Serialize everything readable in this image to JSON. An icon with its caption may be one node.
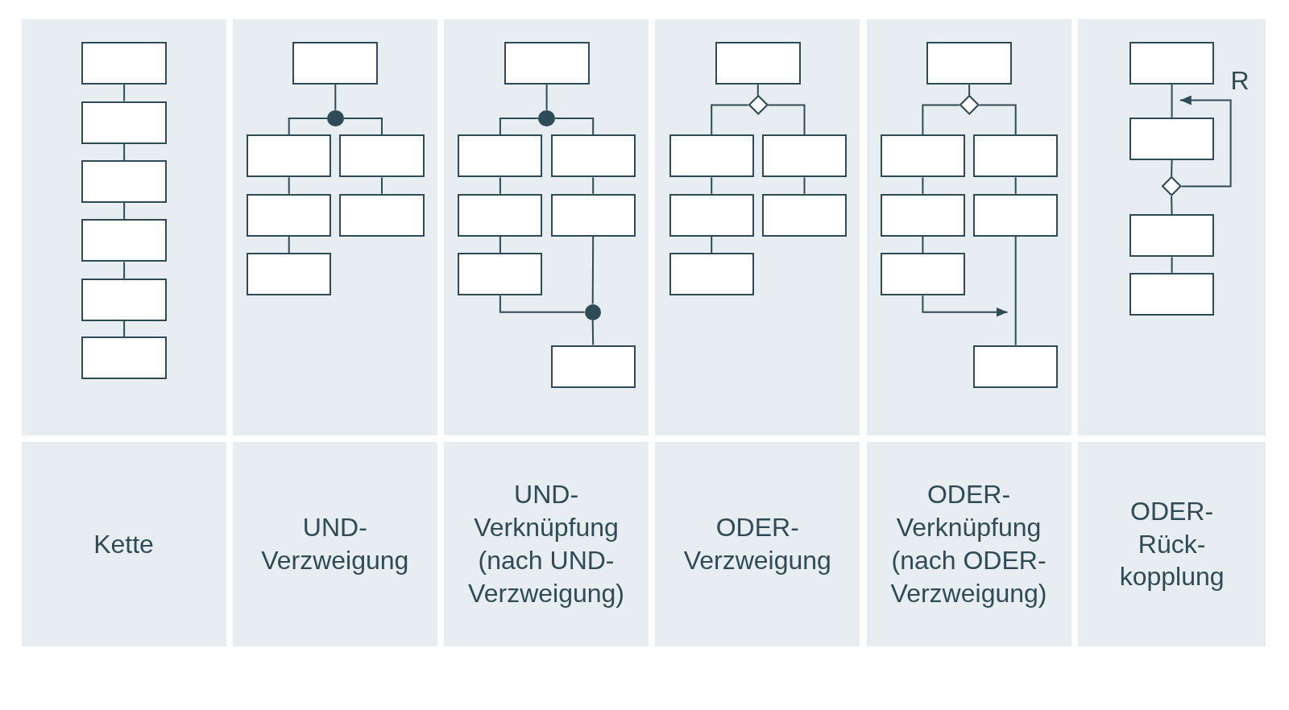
{
  "diagram": {
    "nodes": [
      {
        "text": [],
        "shape": "box"
      },
      {
        "text": [],
        "shape": "box",
        "in": 0
      },
      {
        "text": [],
        "shape": "box",
        "in": 0
      },
      {
        "text": [],
        "shape": "box",
        "in": 0
      },
      {
        "text": [],
        "shape": "box",
        "in": 0
      },
      {
        "text": [],
        "shape": "box",
        "in": 0
      },
      {
        "text": [],
        "shape": "box",
        "in": 0
      },
      {
        "text": [
          "Kette"
        ]
      },
      {
        "text": [],
        "shape": "box"
      },
      {
        "text": [],
        "shape": "box",
        "in": 8
      },
      {
        "text": [],
        "shape": "circle",
        "in": 8
      },
      {
        "text": [],
        "shape": "box",
        "in": 8
      },
      {
        "text": [],
        "shape": "box",
        "in": 8
      },
      {
        "text": [],
        "shape": "box",
        "in": 8
      },
      {
        "text": [],
        "shape": "box",
        "in": 8
      },
      {
        "text": [],
        "shape": "box",
        "in": 8
      },
      {
        "text": [
          "UND- Verzweigung"
        ]
      },
      {
        "text": [],
        "shape": "box"
      },
      {
        "text": [],
        "shape": "box",
        "in": 17
      },
      {
        "text": [],
        "shape": "circle",
        "in": 17
      },
      {
        "text": [],
        "shape": "box",
        "in": 17
      },
      {
        "text": [],
        "shape": "box",
        "in": 17
      },
      {
        "text": [],
        "shape": "box",
        "in": 17
      },
      {
        "text": [],
        "shape": "box",
        "in": 17
      },
      {
        "text": [],
        "shape": "box",
        "in": 17
      },
      {
        "text": [],
        "shape": "circle",
        "in": 17
      },
      {
        "text": [],
        "shape": "box",
        "in": 17
      },
      {
        "text": [
          "UND- Verknüpfung (nach UND- Verzweigung)"
        ]
      },
      {
        "text": [],
        "shape": "box"
      },
      {
        "text": [],
        "shape": "box",
        "in": 28
      },
      {
        "text": [],
        "shape": "diamond",
        "in": 28
      },
      {
        "text": [],
        "shape": "box",
        "in": 28
      },
      {
        "text": [],
        "shape": "box",
        "in": 28
      },
      {
        "text": [],
        "shape": "box",
        "in": 28
      },
      {
        "text": [],
        "shape": "box",
        "in": 28
      },
      {
        "text": [],
        "shape": "box",
        "in": 28
      },
      {
        "text": [
          "ODER- Verzweigung"
        ]
      },
      {
        "text": [],
        "shape": "box"
      },
      {
        "text": [],
        "shape": "box",
        "in": 37
      },
      {
        "text": [],
        "shape": "diamond",
        "in": 37
      },
      {
        "text": [],
        "shape": "box",
        "in": 37
      },
      {
        "text": [],
        "shape": "box",
        "in": 37
      },
      {
        "text": [],
        "shape": "box",
        "in": 37
      },
      {
        "text": [],
        "shape": "box",
        "in": 37
      },
      {
        "text": [],
        "shape": "box",
        "in": 37
      },
      {
        "text": [],
        "shape": "box",
        "in": 37
      },
      {
        "text": [
          "ODER- Verknüpfung (nach ODER- Verzweigung)"
        ]
      },
      {
        "text": [],
        "shape": "box"
      },
      {
        "text": [],
        "shape": "box",
        "in": 47
      },
      {
        "text": [],
        "shape": "box",
        "in": 47
      },
      {
        "text": [],
        "shape": "diamond",
        "in": 47
      },
      {
        "text": [],
        "shape": "box",
        "in": 47
      },
      {
        "text": [],
        "shape": "box",
        "in": 47
      },
      {
        "text": [
          "ODER- Rück- kopplung"
        ]
      }
    ],
    "edges": [
      {
        "from": 1,
        "to": 2,
        "arrow": "none"
      },
      {
        "from": 2,
        "to": 3,
        "arrow": "none"
      },
      {
        "from": 3,
        "to": 4,
        "arrow": "none"
      },
      {
        "from": 4,
        "to": 5,
        "arrow": "none"
      },
      {
        "from": 5,
        "to": 6,
        "arrow": "none"
      },
      {
        "from": 9,
        "to": 10,
        "arrow": "none"
      },
      {
        "from": 10,
        "to": 11,
        "arrow": "none"
      },
      {
        "from": 10,
        "to": 12,
        "arrow": "none"
      },
      {
        "from": 11,
        "to": 13,
        "arrow": "none"
      },
      {
        "from": 13,
        "to": 15,
        "arrow": "none"
      },
      {
        "from": 12,
        "to": 14,
        "arrow": "none"
      },
      {
        "from": 18,
        "to": 19,
        "arrow": "none"
      },
      {
        "from": 19,
        "to": 20,
        "arrow": "none"
      },
      {
        "from": 19,
        "to": 21,
        "arrow": "none"
      },
      {
        "from": 20,
        "to": 22,
        "arrow": "none"
      },
      {
        "from": 22,
        "to": 24,
        "arrow": "none"
      },
      {
        "from": 21,
        "to": 23,
        "arrow": "none"
      },
      {
        "from": 23,
        "to": 25,
        "arrow": "none"
      },
      {
        "from": 24,
        "to": 25,
        "arrow": "none"
      },
      {
        "from": 25,
        "to": 26,
        "arrow": "none"
      },
      {
        "from": 29,
        "to": 30,
        "arrow": "none"
      },
      {
        "from": 30,
        "to": 31,
        "arrow": "none"
      },
      {
        "from": 30,
        "to": 32,
        "arrow": "none"
      },
      {
        "from": 31,
        "to": 33,
        "arrow": "none"
      },
      {
        "from": 33,
        "to": 35,
        "arrow": "none"
      },
      {
        "from": 32,
        "to": 34,
        "arrow": "none"
      },
      {
        "from": 38,
        "to": 39,
        "arrow": "none"
      },
      {
        "from": 39,
        "to": 40,
        "arrow": "none"
      },
      {
        "from": 39,
        "to": 41,
        "arrow": "none"
      },
      {
        "from": 40,
        "to": 42,
        "arrow": "none"
      },
      {
        "from": 42,
        "to": 44,
        "arrow": "none"
      },
      {
        "from": 41,
        "to": 43,
        "arrow": "none"
      },
      {
        "from": 43,
        "to": 45,
        "arrow": "none"
      },
      {
        "from": 44,
        "to": 45,
        "arrow": "to"
      },
      {
        "from": 48,
        "to": 49,
        "arrow": "none"
      },
      {
        "from": 49,
        "to": 50,
        "arrow": "none"
      },
      {
        "from": 50,
        "to": 51,
        "arrow": "none"
      },
      {
        "from": 51,
        "to": 52,
        "arrow": "none"
      },
      {
        "from": 50,
        "to": 49,
        "arrow": "to"
      }
    ],
    "labels": [
      "R"
    ]
  }
}
